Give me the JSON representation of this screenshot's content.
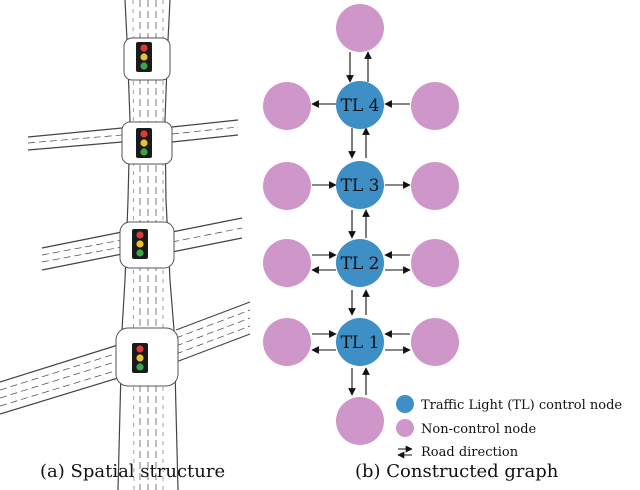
{
  "captions": {
    "a": "(a) Spatial structure",
    "b": "(b) Constructed graph"
  },
  "colors": {
    "control_node": "#3d8fc6",
    "non_control_node": "#cf97c9",
    "road_line": "#444444",
    "light_red": "#d93a3a",
    "light_yellow": "#e8c22e",
    "light_green": "#3aa54a",
    "light_housing": "#1a1a1a"
  },
  "traffic_lights": [
    {
      "label": "TL 4"
    },
    {
      "label": "TL 3"
    },
    {
      "label": "TL 2"
    },
    {
      "label": "TL 1"
    }
  ],
  "legend": {
    "control": "Traffic Light (TL) control node",
    "non_control": "Non-control node",
    "road_direction": "Road direction"
  },
  "icons": {
    "traffic_light": "traffic-light-icon",
    "road_direction": "double-arrow-icon"
  }
}
